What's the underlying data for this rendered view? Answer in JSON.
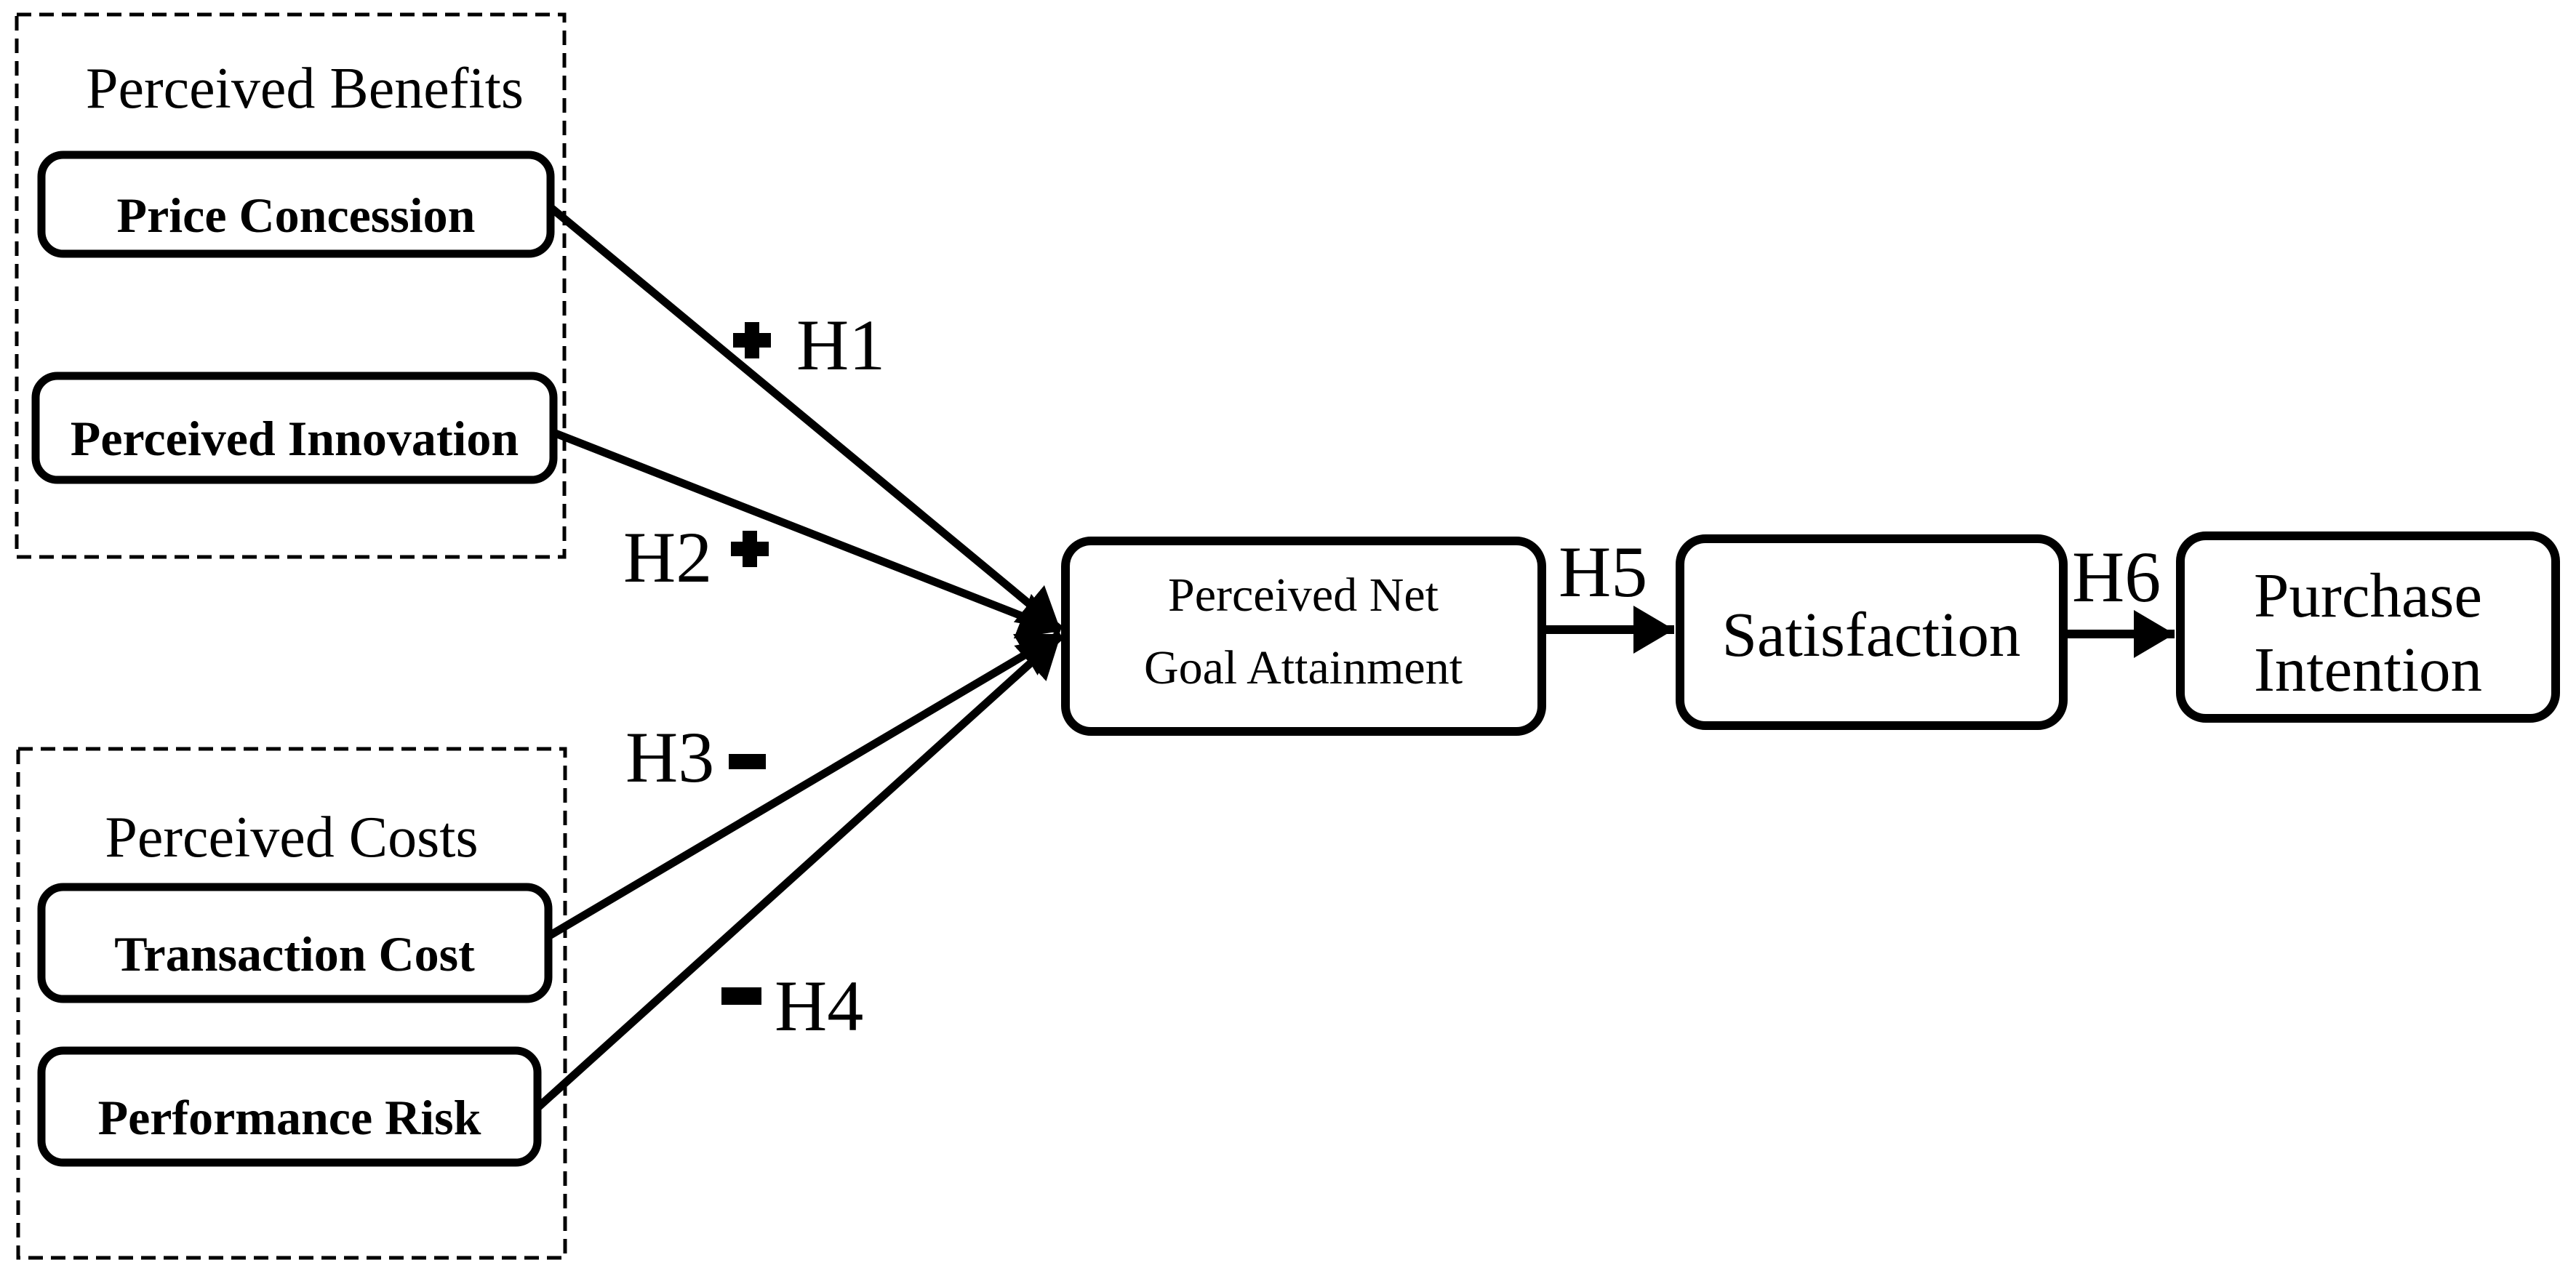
{
  "diagram": {
    "background_color": "#ffffff",
    "line_color": "#000000",
    "groups": [
      {
        "title": "Perceived Benefits",
        "boxes": [
          {
            "label": "Price Concession"
          },
          {
            "label": "Perceived Innovation"
          }
        ]
      },
      {
        "title": "Perceived Costs",
        "boxes": [
          {
            "label": "Transaction Cost"
          },
          {
            "label": "Performance Risk"
          }
        ]
      }
    ],
    "nodes": {
      "goal": {
        "line1": "Perceived Net",
        "line2": "Goal Attainment"
      },
      "satisfaction": {
        "label": "Satisfaction"
      },
      "purchase": {
        "line1": "Purchase",
        "line2": "Intention"
      }
    },
    "hypotheses": [
      {
        "label": "H1",
        "sign": "+"
      },
      {
        "label": "H2",
        "sign": "+"
      },
      {
        "label": "H3",
        "sign": "-"
      },
      {
        "label": "H4",
        "sign": "-"
      },
      {
        "label": "H5",
        "sign": ""
      },
      {
        "label": "H6",
        "sign": ""
      }
    ]
  }
}
